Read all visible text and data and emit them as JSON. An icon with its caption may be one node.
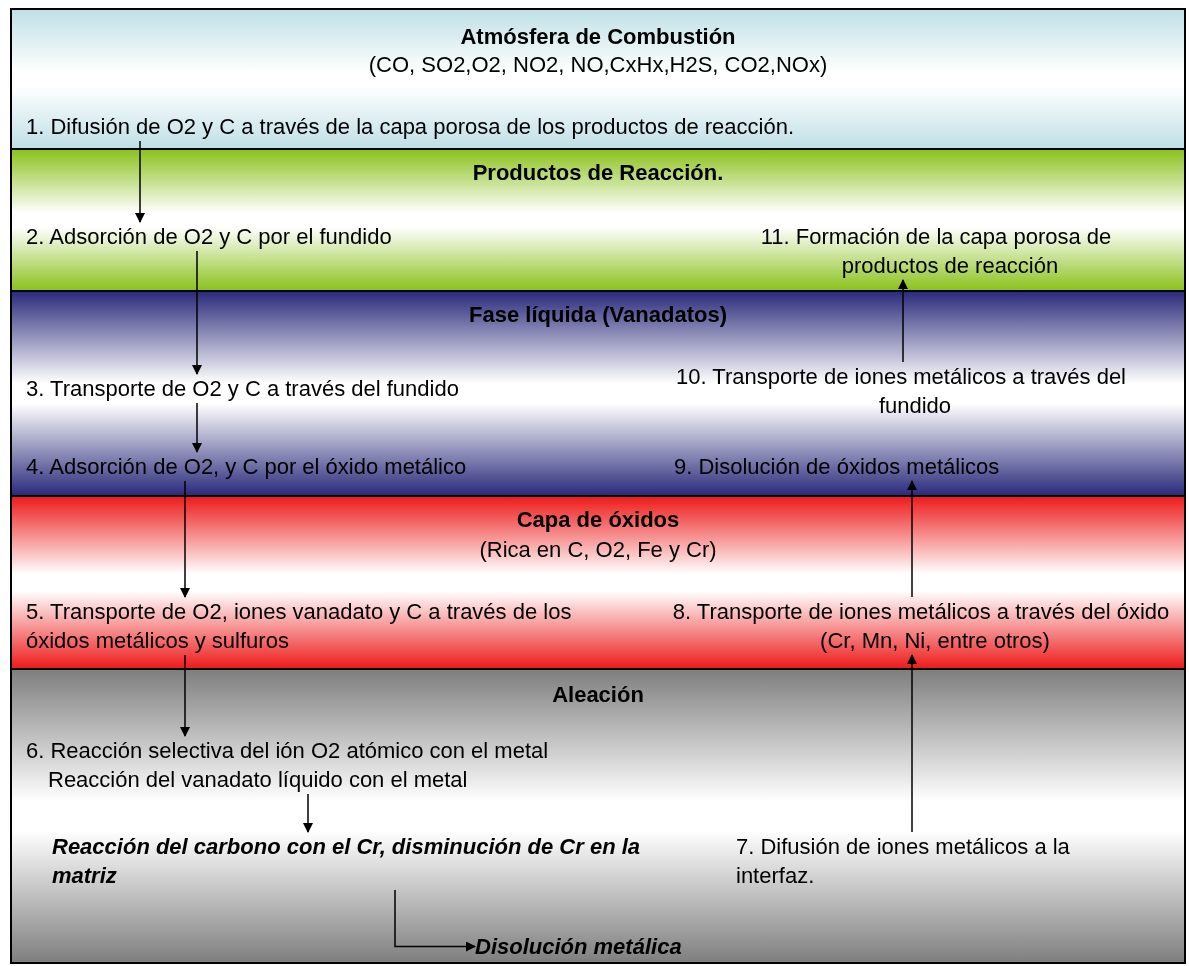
{
  "diagram": {
    "nodes": [
      {
        "text": [
          "Atmósfera de Combustión",
          "(CO, SO2,O2, NO2, NO,CxHx,H2S, CO2,NOx)"
        ]
      },
      {
        "text": [
          "1. Difusión de O2 y C a través de la capa porosa de los productos de reacción."
        ],
        "in": 0
      },
      {
        "text": [
          "Productos de Reacción."
        ]
      },
      {
        "text": [
          "2. Adsorción de O2 y C por el fundido"
        ],
        "in": 2
      },
      {
        "text": [
          "11. Formación de la capa porosa de productos de reacción"
        ],
        "in": 2
      },
      {
        "text": [
          "Fase líquida (Vanadatos)"
        ]
      },
      {
        "text": [
          "3. Transporte de O2 y C a través del fundido"
        ],
        "in": 5
      },
      {
        "text": [
          "10. Transporte de iones metálicos a través del fundido"
        ],
        "in": 5
      },
      {
        "text": [
          "4. Adsorción de O2, y C por el óxido metálico"
        ],
        "in": 5
      },
      {
        "text": [
          "9. Disolución de óxidos metálicos"
        ],
        "in": 5
      },
      {
        "text": [
          "Capa de óxidos",
          "(Rica en C, O2, Fe y Cr)"
        ]
      },
      {
        "text": [
          "5. Transporte de O2, iones vanadato y C a través de los óxidos metálicos y sulfuros"
        ],
        "in": 10
      },
      {
        "text": [
          "8. Transporte de iones metálicos a través del óxido (Cr, Mn, Ni, entre otros)"
        ],
        "in": 10
      },
      {
        "text": [
          "Aleación"
        ]
      },
      {
        "text": [
          "6. Reacción selectiva del ión O2 atómico con el metal",
          "Reacción del vanadato líquido con el metal"
        ],
        "in": 13
      },
      {
        "text": [
          "Reacción del carbono con el Cr, disminución de Cr en la matriz"
        ],
        "in": 13
      },
      {
        "text": [
          "7. Difusión de iones metálicos a la interfaz."
        ],
        "in": 13
      },
      {
        "text": [
          "Disolución metálica"
        ],
        "in": 13
      }
    ],
    "edges": [
      {
        "from": 1,
        "to": 3,
        "arrow": "to"
      },
      {
        "from": 3,
        "to": 6,
        "arrow": "to"
      },
      {
        "from": 6,
        "to": 8,
        "arrow": "to"
      },
      {
        "from": 8,
        "to": 11,
        "arrow": "to"
      },
      {
        "from": 11,
        "to": 14,
        "arrow": "to"
      },
      {
        "from": 14,
        "to": 15,
        "arrow": "to"
      },
      {
        "from": 15,
        "to": 17,
        "arrow": "to"
      },
      {
        "from": 16,
        "to": 12,
        "arrow": "to"
      },
      {
        "from": 12,
        "to": 9,
        "arrow": "to"
      },
      {
        "from": 7,
        "to": 4,
        "arrow": "to"
      }
    ]
  }
}
